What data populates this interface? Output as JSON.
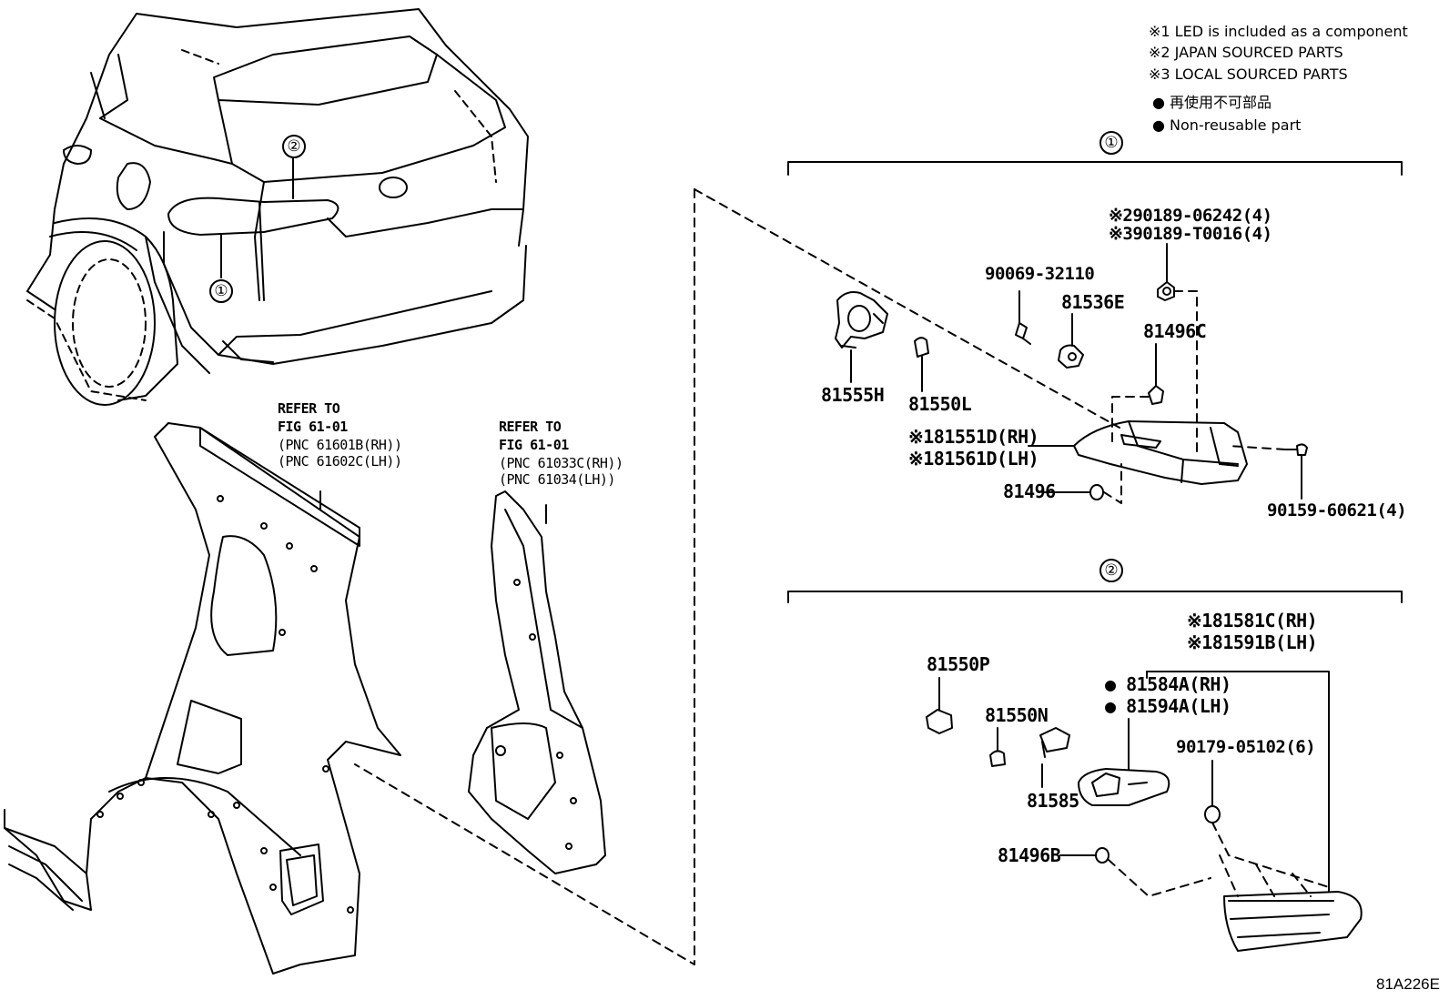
{
  "notes": {
    "note1": "※1 LED is included as a component",
    "note2": "※2 JAPAN SOURCED PARTS",
    "note3": "※3 LOCAL SOURCED PARTS",
    "note4": "● 再使用不可部品",
    "note5": "● Non-reusable part"
  },
  "callouts": {
    "c1": "①",
    "c2": "②",
    "sec1": "①",
    "sec2": "②"
  },
  "refer_left": {
    "line1": "REFER TO",
    "line2": "FIG 61-01",
    "line3": "(PNC 61601B(RH))",
    "line4": "(PNC 61602C(LH))"
  },
  "refer_right": {
    "line1": "REFER TO",
    "line2": "FIG 61-01",
    "line3": "(PNC 61033C(RH))",
    "line4": "(PNC 61034(LH))"
  },
  "parts": {
    "p_90189_a": "※290189-06242(4)",
    "p_90189_b": "※390189-T0016(4)",
    "p_90069": "90069-32110",
    "p_81536E": "81536E",
    "p_81496C": "81496C",
    "p_81555H": "81555H",
    "p_81550L": "81550L",
    "p_81551D": "※181551D(RH)",
    "p_81561D": "※181561D(LH)",
    "p_81496": "81496",
    "p_90159": "90159-60621(4)",
    "p_81581C": "※181581C(RH)",
    "p_81591B": "※181591B(LH)",
    "p_81550P": "81550P",
    "p_81584A": "● 81584A(RH)",
    "p_81594A": "● 81594A(LH)",
    "p_81550N": "81550N",
    "p_90179": "90179-05102(6)",
    "p_81585": "81585",
    "p_81496B": "81496B"
  },
  "figure_code": "81A226E"
}
